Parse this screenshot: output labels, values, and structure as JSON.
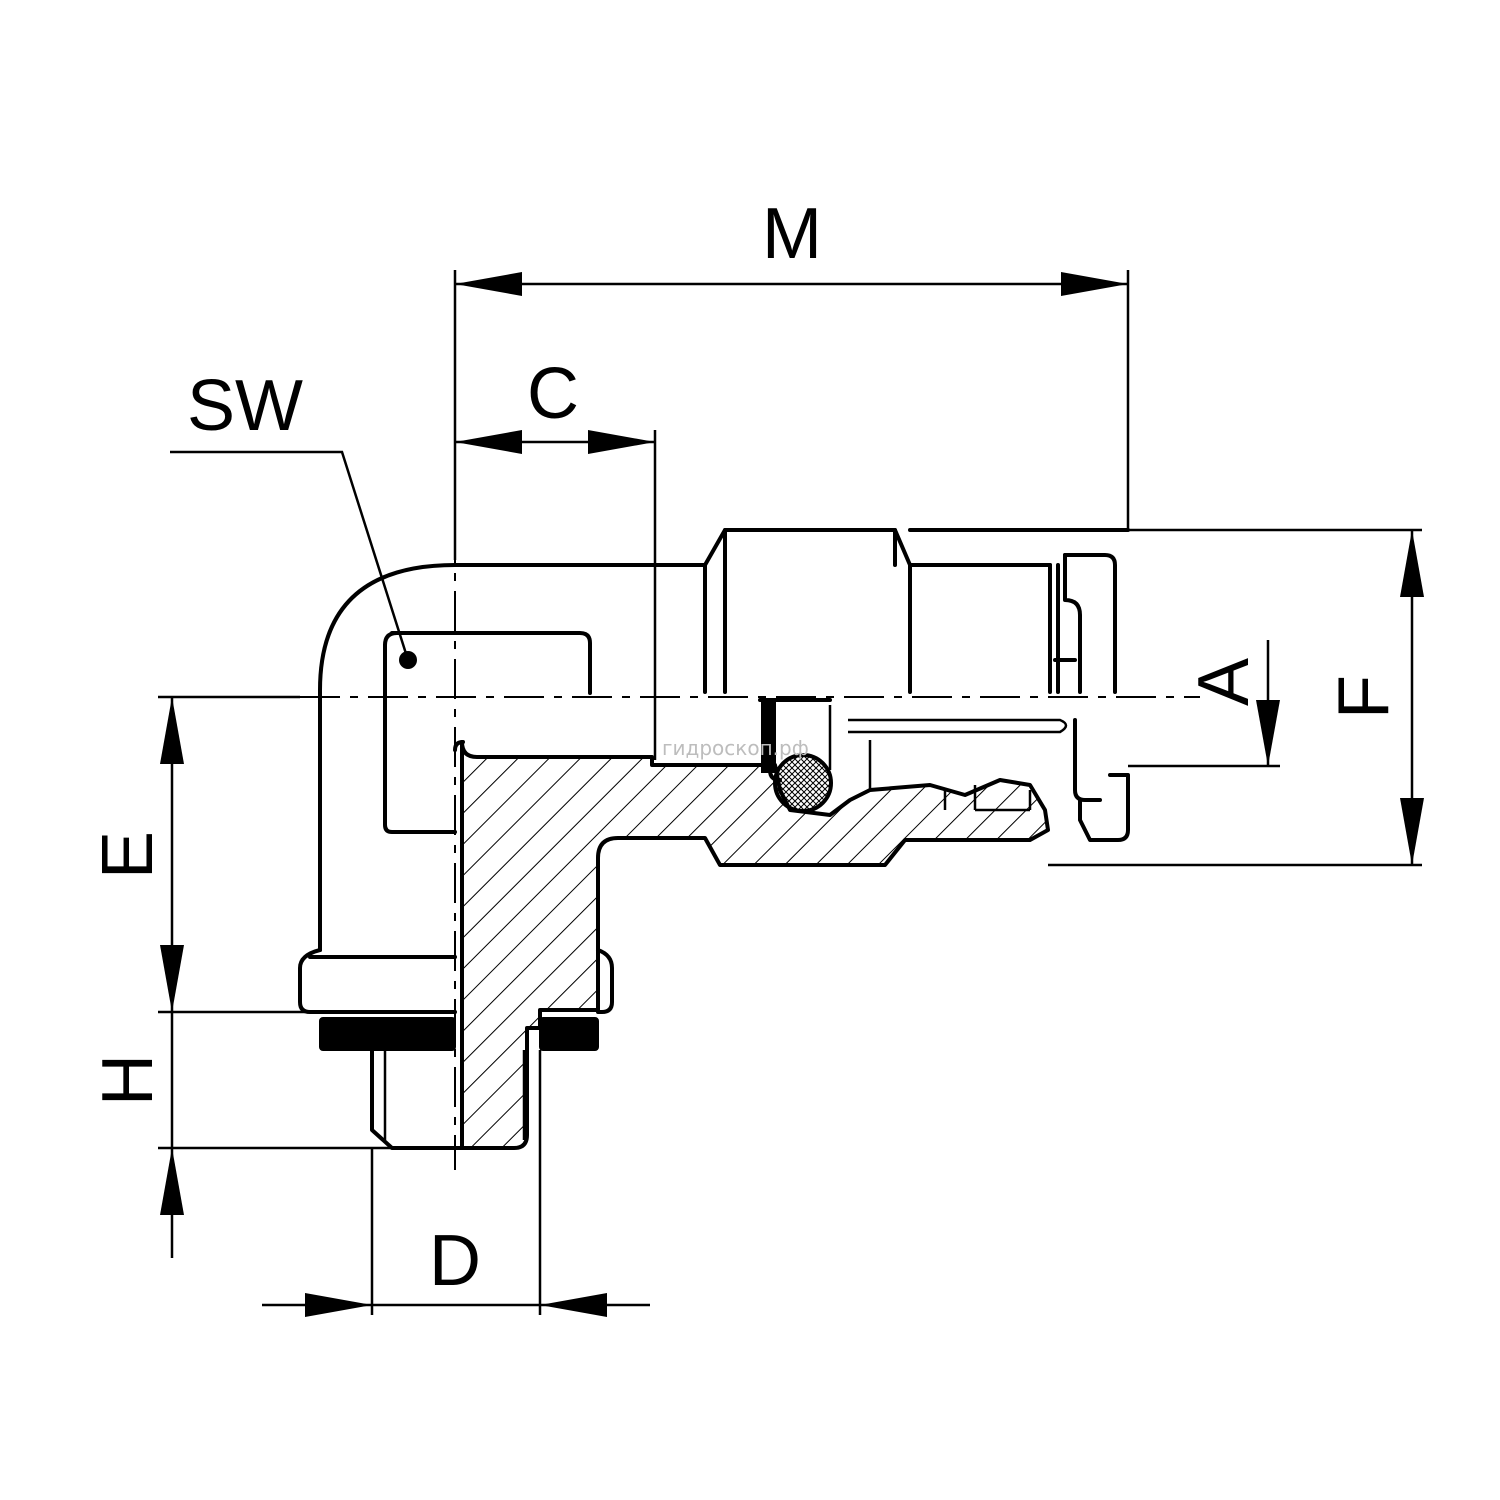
{
  "labels": {
    "M": "M",
    "C": "C",
    "SW": "SW",
    "A": "A",
    "F": "F",
    "E": "E",
    "H": "H",
    "D": "D"
  },
  "watermark": "гидроскоп.рф",
  "colors": {
    "ink": "#000000",
    "background": "#ffffff",
    "watermark": "#bdbdbd"
  }
}
